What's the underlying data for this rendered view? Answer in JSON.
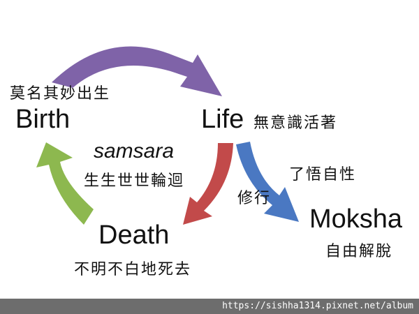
{
  "nodes": {
    "birth": {
      "label": "Birth",
      "note": "莫名其妙出生"
    },
    "life": {
      "label": "Life",
      "note": "無意識活著"
    },
    "death": {
      "label": "Death",
      "note": "不明不白地死去"
    },
    "moksha": {
      "label": "Moksha",
      "note": "自由解脫"
    }
  },
  "cycle": {
    "label": "samsara",
    "note": "生生世世輪迴"
  },
  "paths": {
    "practice": "修行",
    "realize": "了悟自性"
  },
  "watermark": "https://sishha1314.pixnet.net/album",
  "colors": {
    "birth_to_life": "#7f63a8",
    "life_to_death": "#c24a4a",
    "life_to_moksha": "#4a78c2",
    "death_to_birth": "#8db84f",
    "footer": "#6d6d6d"
  }
}
